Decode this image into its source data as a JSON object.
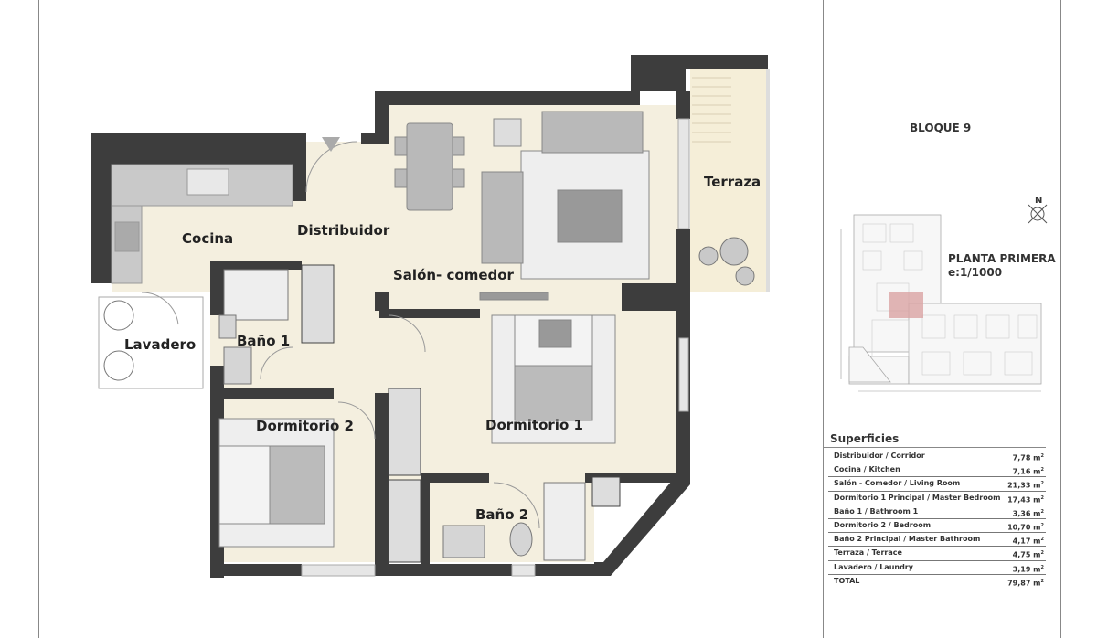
{
  "rooms": {
    "terraza": "Terraza",
    "cocina": "Cocina",
    "distribuidor": "Distribuidor",
    "salon": "Salón- comedor",
    "lavadero": "Lavadero",
    "bano1": "Baño 1",
    "dormitorio2": "Dormitorio 2",
    "dormitorio1": "Dormitorio 1",
    "bano2": "Baño 2"
  },
  "panel": {
    "block": "BLOQUE 9",
    "floor": "PLANTA PRIMERA",
    "scale": "e:1/1000",
    "north": "N",
    "highlight_color": "#d9a3a3"
  },
  "surfaces": {
    "title": "Superficies",
    "rows": [
      {
        "name": "Distribuidor / Corridor",
        "area": "7,78 m",
        "unit_sup": "2"
      },
      {
        "name": "Cocina / Kitchen",
        "area": "7,16 m",
        "unit_sup": "2"
      },
      {
        "name": "Salón - Comedor / Living Room",
        "area": "21,33 m",
        "unit_sup": "2"
      },
      {
        "name": "Dormitorio 1 Principal / Master Bedroom",
        "area": "17,43 m",
        "unit_sup": "2"
      },
      {
        "name": "Baño 1 / Bathroom 1",
        "area": "3,36 m",
        "unit_sup": "2"
      },
      {
        "name": "Dormitorio 2 / Bedroom",
        "area": "10,70 m",
        "unit_sup": "2"
      },
      {
        "name": "Baño 2 Principal / Master Bathroom",
        "area": "4,17 m",
        "unit_sup": "2"
      },
      {
        "name": "Terraza  / Terrace",
        "area": "4,75 m",
        "unit_sup": "2"
      },
      {
        "name": "Lavadero  / Laundry",
        "area": "3,19 m",
        "unit_sup": "2"
      },
      {
        "name": "TOTAL",
        "area": "79,87 m",
        "unit_sup": "2"
      }
    ]
  },
  "colors": {
    "wall": "#3d3d3d",
    "floor": "#f4efdf",
    "furniture": "#b9b9b9"
  }
}
